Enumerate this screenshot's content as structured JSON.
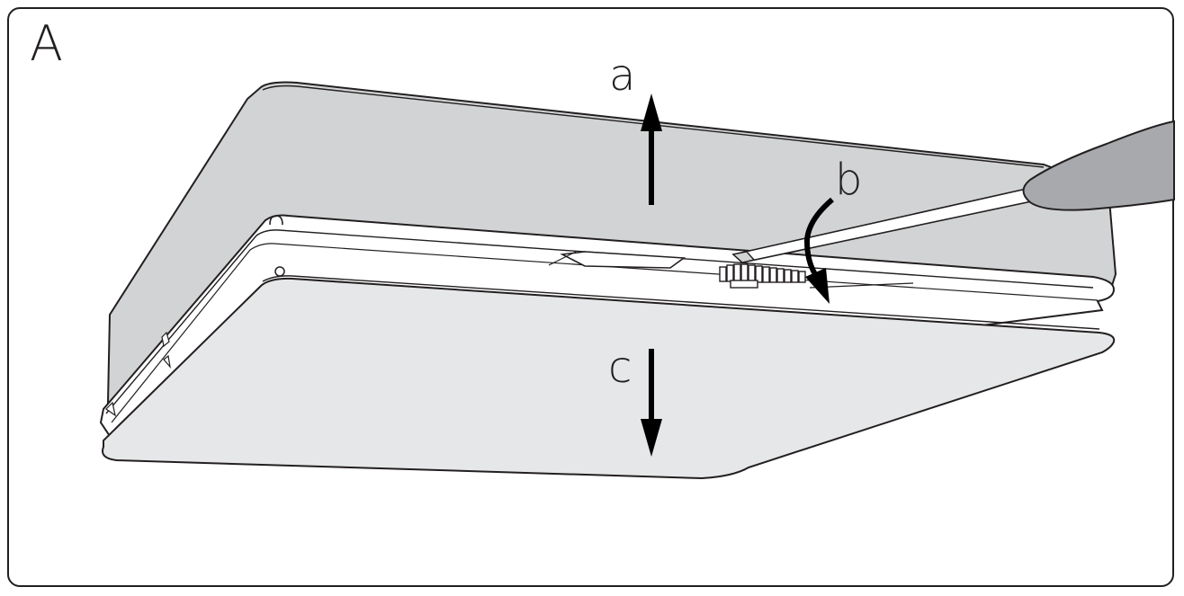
{
  "figure": {
    "panel_label": "A",
    "step_labels": {
      "a": "a",
      "b": "b",
      "c": "c"
    },
    "steps": [
      {
        "label_key": "a",
        "meaning": "lift-top-cover-up"
      },
      {
        "label_key": "b",
        "meaning": "pry-with-screwdriver"
      },
      {
        "label_key": "c",
        "meaning": "pull-base-down"
      }
    ]
  },
  "colors": {
    "outline": "#231f20",
    "cover_fill": "#d1d3d4",
    "base_fill": "#e6e7e8",
    "frame_fill": "#ffffff",
    "handle_fill": "#a7a9ac",
    "arrow": "#000000"
  }
}
